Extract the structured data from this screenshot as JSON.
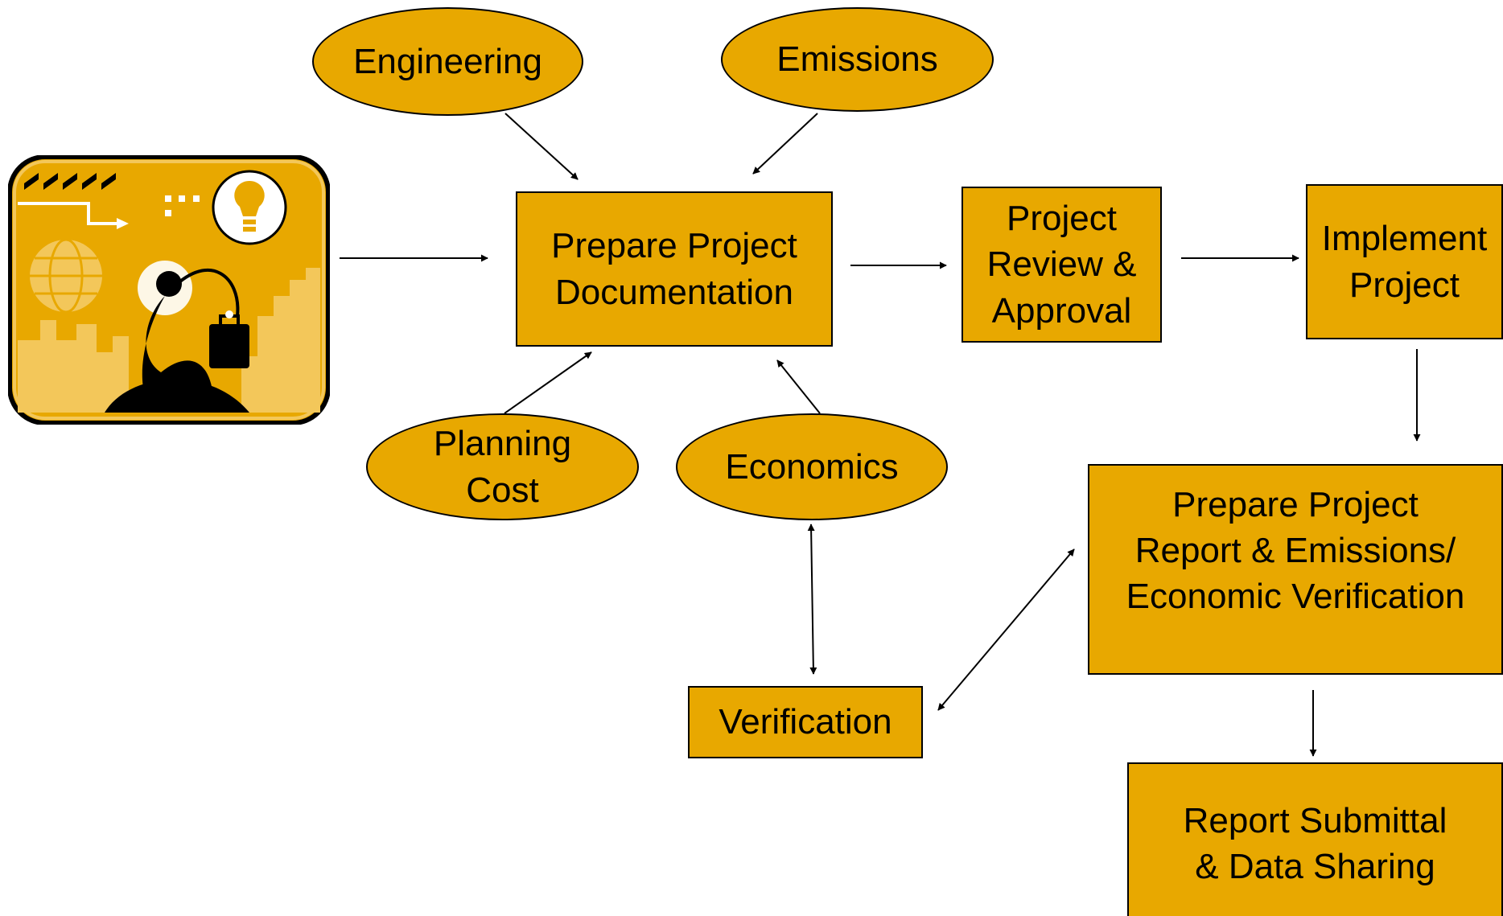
{
  "colors": {
    "fill": "#E8A800",
    "stroke": "#000000",
    "background": "#ffffff"
  },
  "nodes": {
    "engineering": "Engineering",
    "emissions": "Emissions",
    "planning_cost": "Planning\nCost",
    "economics": "Economics",
    "prepare_doc": "Prepare Project\nDocumentation",
    "review": "Project\nReview &\nApproval",
    "implement": "Implement\nProject",
    "prepare_report": "Prepare Project\nReport & Emissions/\nEconomic Verification",
    "verification": "Verification",
    "report_submittal": "Report Submittal\n& Data Sharing"
  },
  "clipart_icon": "businessman-idea-clipart"
}
